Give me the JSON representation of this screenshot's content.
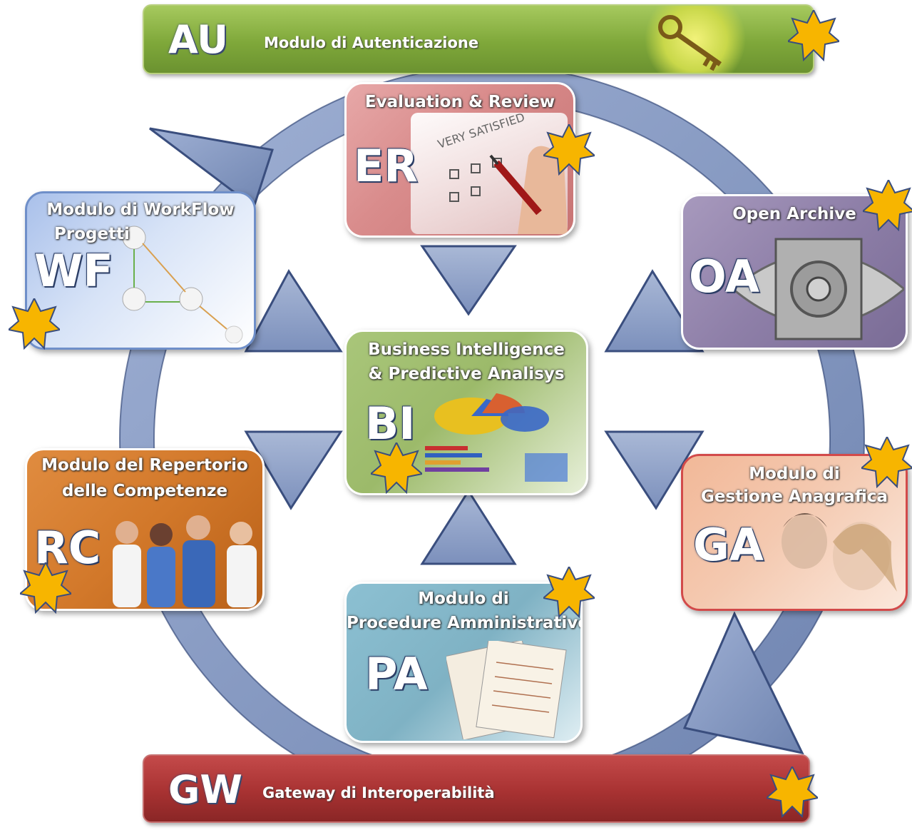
{
  "top_bar": {
    "code": "AU",
    "label": "Modulo di Autenticazione",
    "color": "#7fa83a"
  },
  "bottom_bar": {
    "code": "GW",
    "label": "Gateway di Interoperabilità",
    "color": "#a83232"
  },
  "modules": {
    "er": {
      "title": "Evaluation & Review",
      "code": "ER",
      "color": "#d98c8c"
    },
    "wf": {
      "title_line1": "Modulo di WorkFlow",
      "title_line2": "Progetti",
      "code": "WF",
      "color": "#c9d8f2"
    },
    "oa": {
      "title": "Open Archive",
      "code": "OA",
      "color": "#8e7fa8"
    },
    "bi": {
      "title_line1": "Business Intelligence",
      "title_line2": "& Predictive Analisys",
      "code": "BI",
      "color": "#9cba6a"
    },
    "rc": {
      "title_line1": "Modulo del Repertorio",
      "title_line2": "delle Competenze",
      "code": "RC",
      "color": "#d2782a"
    },
    "ga": {
      "title_line1": "Modulo di",
      "title_line2": "Gestione Anagrafica",
      "code": "GA",
      "color": "#f4c9b0"
    },
    "pa": {
      "title_line1": "Modulo di",
      "title_line2": "Procedure Amministrative",
      "code": "PA",
      "color": "#7fb2c4"
    }
  },
  "colors": {
    "cycle_arrow": "#7b8fb8",
    "star": "#f7b500",
    "triangle": "#8ea0c4"
  }
}
